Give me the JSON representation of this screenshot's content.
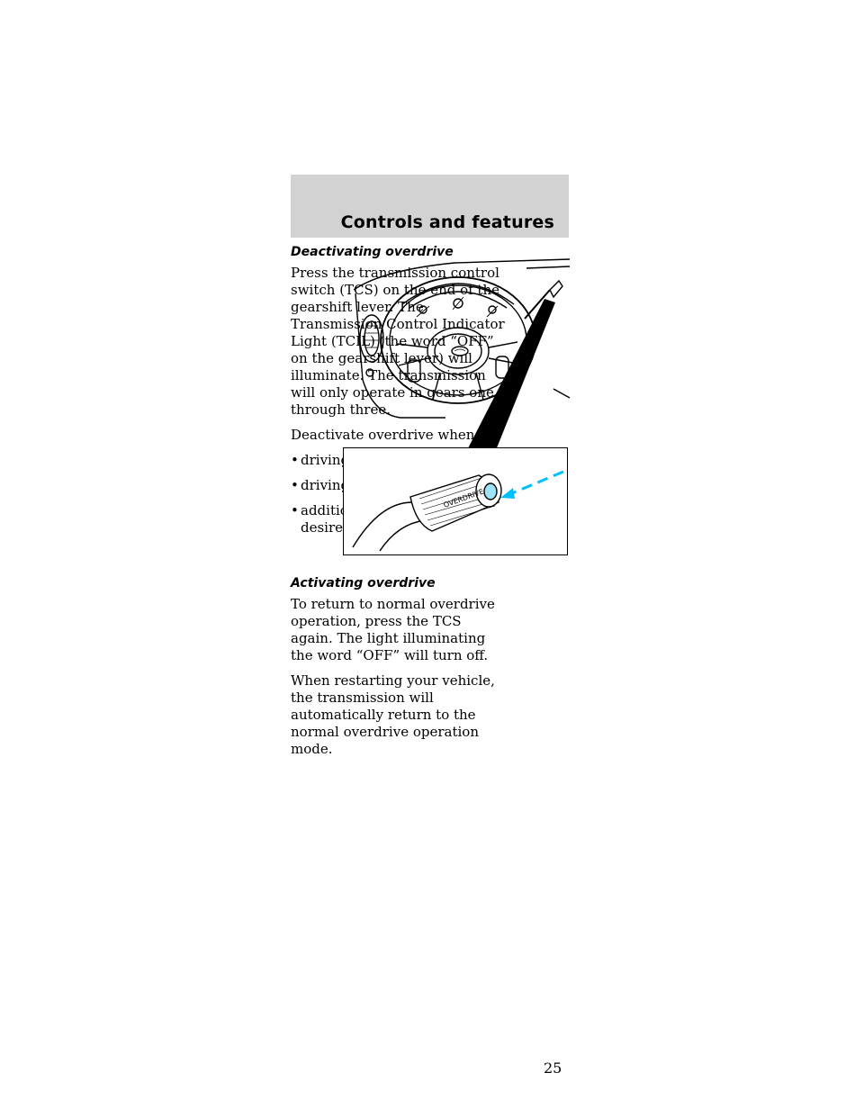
{
  "header": {
    "section_title": "Controls and features"
  },
  "deactivating": {
    "heading": "Deactivating overdrive",
    "paragraph": "Press the transmission control switch (TCS) on the end of the gearshift lever. The Transmission Control Indicator Light (TCIL) (the word “OFF” on the gearshift lever) will illuminate. The transmission will only operate in gears one through three.",
    "intro": "Deactivate overdrive when:",
    "bullets": [
      "driving with a heavy load",
      "driving in hilly terrain",
      "additional engine braking is desired"
    ]
  },
  "activating": {
    "heading": "Activating overdrive",
    "paragraph1": "To return to normal overdrive operation, press the TCS again. The light illuminating the word “OFF” will turn off.",
    "paragraph2": "When restarting your vehicle, the transmission will automatically return to the normal overdrive operation mode."
  },
  "illustration": {
    "lever_label": "OVERDRIVE",
    "arrow_color": "#00bfff",
    "button_color": "#9fe3f6"
  },
  "footer": {
    "page_number": "25"
  }
}
